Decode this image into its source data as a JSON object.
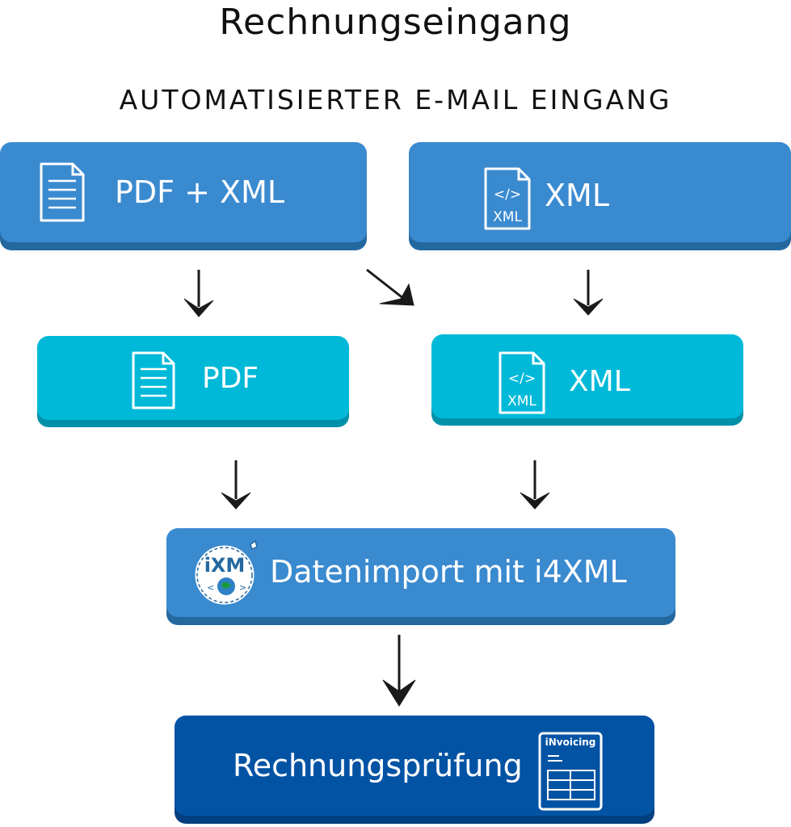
{
  "title": "Rechnungseingang",
  "subtitle": "AUTOMATISIERTER E-MAIL EINGANG",
  "boxes": {
    "pdf_xml": "PDF + XML",
    "xml_top": "XML",
    "pdf": "PDF",
    "xml_mid": "XML",
    "import": "Datenimport mit i4XML",
    "pruefung": "Rechnungsprüfung"
  },
  "icons": {
    "xml_top_tag": "</>",
    "xml_top_text": "XML",
    "xml_mid_tag": "</>",
    "xml_mid_text": "XML",
    "ixm_text": "iXM",
    "invoicing_text": "iNvoicing",
    "ixm_tag": "</>"
  },
  "colors": {
    "top_box": "#3a8ad0",
    "mid_box": "#00b9d8",
    "bottom_box": "#0353a4"
  }
}
